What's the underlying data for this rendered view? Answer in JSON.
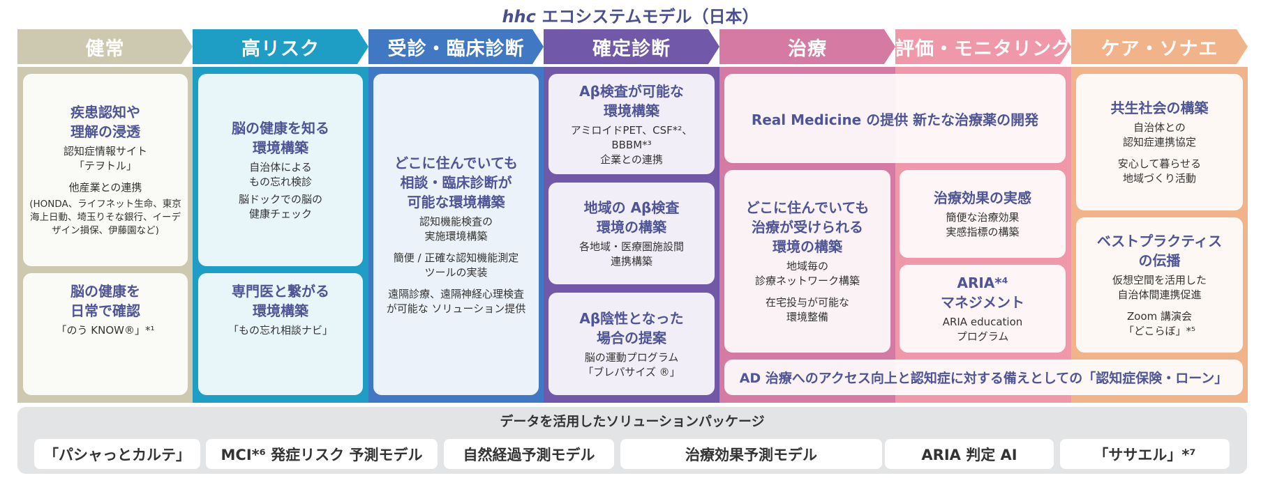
{
  "title": {
    "brand": "hhc",
    "text": " エコシステムモデル（日本）"
  },
  "colors": {
    "stage1": "#cdc9b0",
    "stage2": "#1e9ec4",
    "stage3": "#4178c4",
    "stage4": "#7158a8",
    "stage5": "#d57aa3",
    "stage6": "#ee98aa",
    "stage7": "#f1b38a",
    "heading_text": "#4e5496",
    "package_bg": "#e3e4e6"
  },
  "stages": [
    "健常",
    "高リスク",
    "受診・臨床診断",
    "確定診断",
    "治療",
    "評価・モニタリング",
    "ケア・ソナエ"
  ],
  "cards": {
    "healthy_awareness": {
      "heading": "疾患認知や\n理解の浸透",
      "lines": [
        "認知症情報サイト\n「テヲトル」",
        "他産業との連携",
        "(HONDA、ライフネット生命、東京海上日動、埼玉りそな銀行、イーデザイン損保、伊藤園など)"
      ]
    },
    "healthy_daily": {
      "heading": "脳の健康を\n日常で確認",
      "lines": [
        "「のう KNOW®」*¹"
      ]
    },
    "risk_env": {
      "heading": "脳の健康を知る\n環境構築",
      "lines": [
        "自治体による\nもの忘れ検診",
        "脳ドックでの脳の\n健康チェック"
      ]
    },
    "risk_specialist": {
      "heading": "専門医と繋がる\n環境構築",
      "lines": [
        "「もの忘れ相談ナビ」"
      ]
    },
    "consult": {
      "heading": "どこに住んでいても\n相談・臨床診断が\n可能な環境構築",
      "lines": [
        "認知機能検査の\n実施環境構築",
        "簡便 / 正確な認知機能測定\nツールの実装",
        "遠隔診療、遠隔神経心理検査\nが可能な ソリューション提供"
      ]
    },
    "confirm_env": {
      "heading": "Aβ検査が可能な\n環境構築",
      "lines": [
        "アミロイドPET、CSF*²、\nBBBM*³\n企業との連携"
      ]
    },
    "confirm_regional": {
      "heading": "地域の Aβ検査\n環境の構築",
      "lines": [
        "各地域・医療圏施設間\n連携構築"
      ]
    },
    "confirm_negative": {
      "heading": "Aβ陰性となった\n場合の提案",
      "lines": [
        "脳の運動プログラム\n「ブレパサイズ ®」"
      ]
    },
    "real_medicine": {
      "heading": "Real Medicine の提供 新たな治療薬の開発"
    },
    "treatment_access": {
      "heading": "どこに住んでいても\n治療が受けられる\n環境の構築",
      "lines": [
        "地域毎の\n診療ネットワーク構築",
        "在宅投与が可能な\n環境整備"
      ]
    },
    "effect": {
      "heading": "治療効果の実感",
      "lines": [
        "簡便な治療効果\n実感指標の構築"
      ]
    },
    "aria": {
      "heading": "ARIA*⁴\nマネジメント",
      "lines": [
        "ARIA education\nプログラム"
      ]
    },
    "symbiosis": {
      "heading": "共生社会の構築",
      "lines": [
        "自治体との\n認知症連携協定",
        "安心して暮らせる\n地域づくり活動"
      ]
    },
    "best_practice": {
      "heading": "ベストプラクティス\nの伝播",
      "lines": [
        "仮想空間を活用した\n自治体間連携促進",
        "Zoom 講演会\n「どこらぼ」*⁵"
      ]
    },
    "insurance": {
      "heading": "AD 治療へのアクセス向上と認知症に対する備えとしての「認知症保険・ローン」"
    }
  },
  "package": {
    "title": "データを活用したソリューションパッケージ",
    "items": [
      "「パシャっとカルテ」",
      "MCI*⁶ 発症リスク 予測モデル",
      "自然経過予測モデル",
      "治療効果予測モデル",
      "ARIA 判定 AI",
      "「ササエル」*⁷"
    ]
  }
}
